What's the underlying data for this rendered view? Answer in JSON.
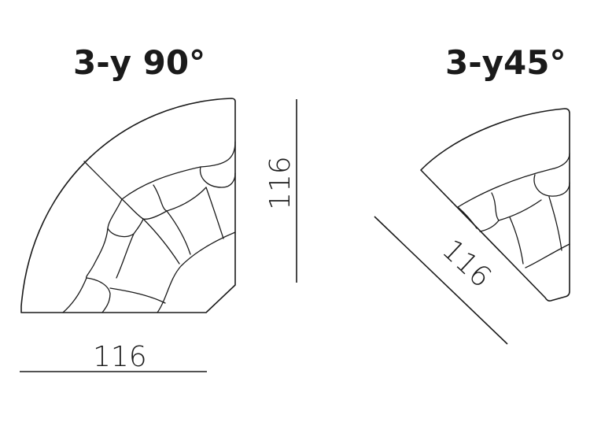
{
  "modules": [
    {
      "id": "corner-90",
      "title": "3-y 90°",
      "dimensions": {
        "width": "116",
        "depth": "116"
      }
    },
    {
      "id": "corner-45",
      "title": "3-y45°",
      "dimensions": {
        "diagonal": "116"
      }
    }
  ],
  "colors": {
    "line": "#1a1a1a",
    "background": "#ffffff"
  }
}
